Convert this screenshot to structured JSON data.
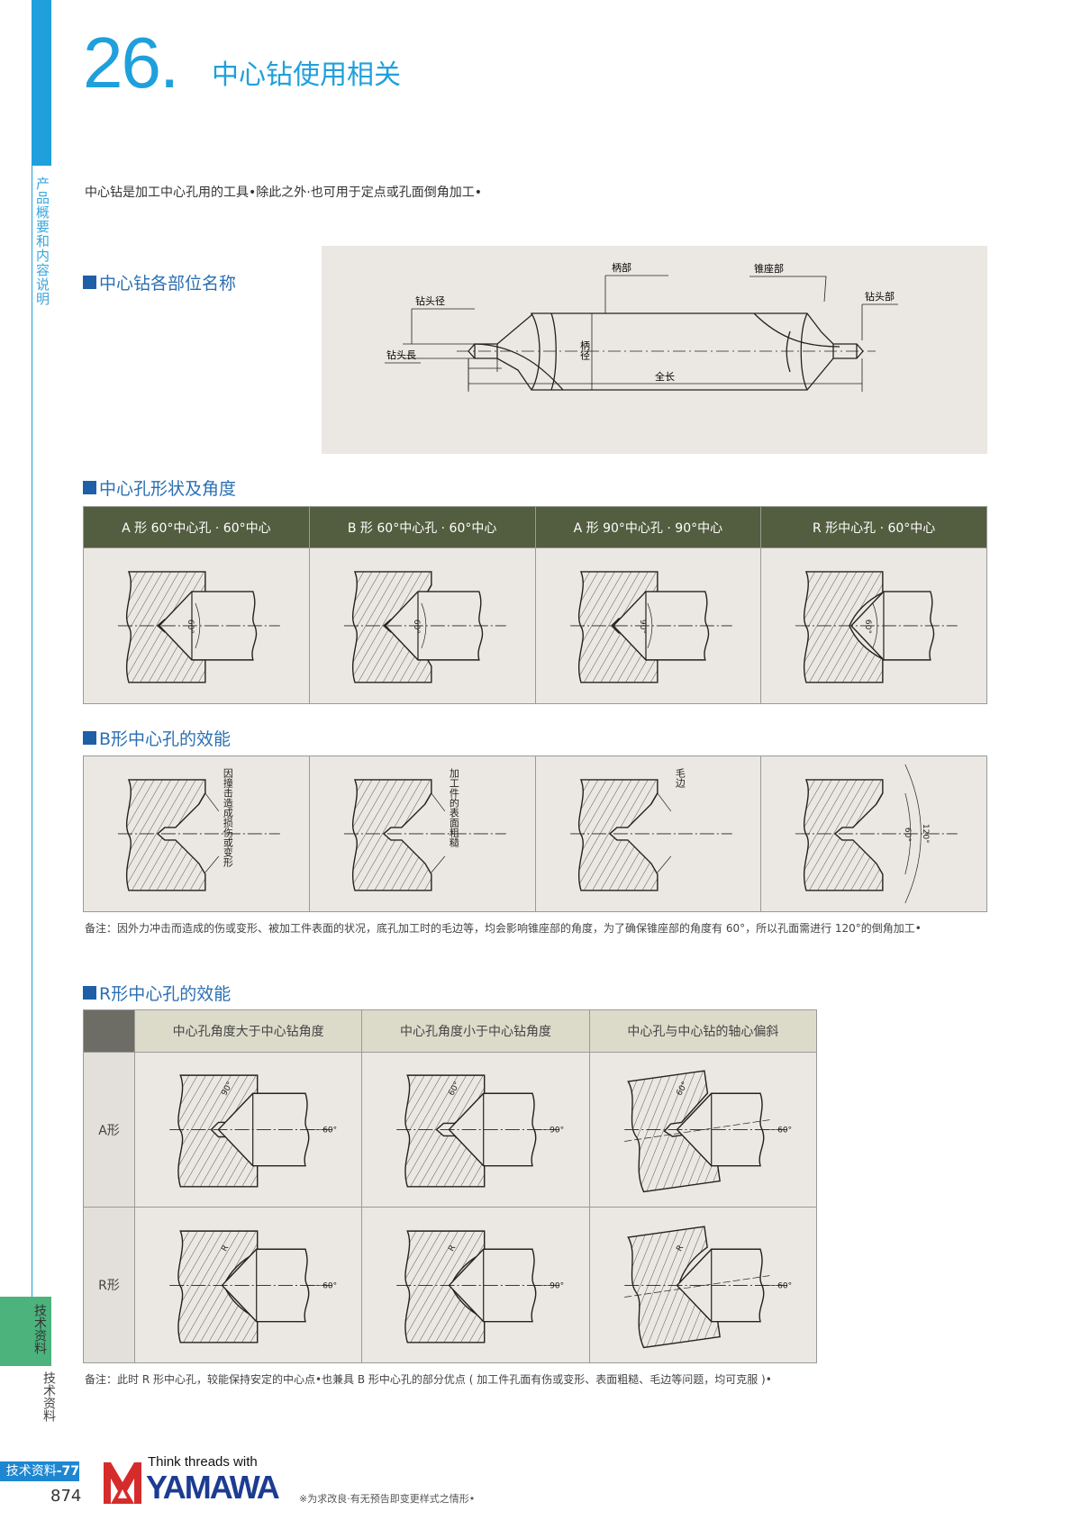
{
  "header": {
    "number": "26.",
    "title": "中心钻使用相关"
  },
  "side_label": "产品概要和内容说明",
  "intro": "中心钻是加工中心孔用的工具•除此之外·也可用于定点或孔面倒角加工•",
  "parts": {
    "heading": "中心钻各部位名称",
    "labels": {
      "shank": "柄部",
      "seat": "锥座部",
      "tip": "钻头部",
      "tip_dia": "钻头径",
      "tip_len": "钻头長",
      "total": "全长",
      "shank_dia": "柄径"
    }
  },
  "shapes": {
    "heading": "中心孔形状及角度",
    "columns": [
      {
        "label": "A 形 60°中心孔 · 60°中心",
        "hole": "A",
        "angle": "60°"
      },
      {
        "label": "B 形 60°中心孔 · 60°中心",
        "hole": "B",
        "angle": "60°"
      },
      {
        "label": "A 形 90°中心孔 · 90°中心",
        "hole": "90",
        "angle": "90°"
      },
      {
        "label": "R 形中心孔 · 60°中心",
        "hole": "R",
        "angle": "60°"
      }
    ]
  },
  "btype": {
    "heading": "B形中心孔的效能",
    "cells": [
      {
        "label": "因撞击造成损伤或变形"
      },
      {
        "label": "加工件的表面粗糙"
      },
      {
        "label": "毛边"
      },
      {
        "inner_angle": "60°",
        "outer_angle": "120°"
      }
    ],
    "note": "备注：因外力冲击而造成的伤或变形、被加工件表面的状况，底孔加工时的毛边等，均会影响锥座部的角度，为了确保锥座部的角度有 60°，所以孔面需进行 120°的倒角加工•"
  },
  "rtype": {
    "heading": "R形中心孔的效能",
    "columns": [
      "中心孔角度大于中心钻角度",
      "中心孔角度小于中心钻角度",
      "中心孔与中心钻的轴心偏斜"
    ],
    "rows": [
      {
        "label": "A形",
        "cells": [
          {
            "hole_label": "90°",
            "drill_label": "60°"
          },
          {
            "hole_label": "60°",
            "drill_label": "90°"
          },
          {
            "hole_label": "60°",
            "drill_label": "60°"
          }
        ]
      },
      {
        "label": "R形",
        "cells": [
          {
            "hole_label": "R",
            "drill_label": "60°"
          },
          {
            "hole_label": "R",
            "drill_label": "90°"
          },
          {
            "hole_label": "R",
            "drill_label": "60°"
          }
        ]
      }
    ],
    "note": "备注：此时 R 形中心孔，较能保持安定的中心点•也兼具 B 形中心孔的部分优点 ( 加工件孔面有伤或变形、表面粗糙、毛边等问题，均可克服 )•"
  },
  "footer": {
    "green_tab": "技术资料",
    "side_tech": "技术资料",
    "page_tab_prefix": "技术资料",
    "page_tab_suffix": "-77",
    "page_number": "874",
    "brand_slogan": "Think threads with",
    "brand_name": "YAMAWA",
    "footnote": "※为求改良·有无预告即变更样式之情形•"
  },
  "colors": {
    "accent": "#1fa0dc",
    "header_green": "#535d3f",
    "panel": "#ebe8e3",
    "tab_green": "#4cb37d",
    "brand_red": "#d62b2b",
    "brand_blue": "#1c3c92"
  }
}
